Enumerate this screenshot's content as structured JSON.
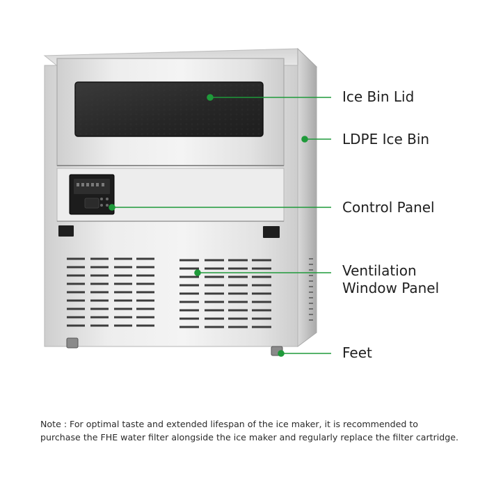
{
  "labels": {
    "ice_bin_lid": "Ice Bin Lid",
    "ldpe_ice_bin": "LDPE Ice Bin",
    "control_panel": "Control Panel",
    "ventilation_line1": "Ventilation",
    "ventilation_line2": "Window Panel",
    "feet": "Feet"
  },
  "note": {
    "line1": "Note : For optimal taste and extended lifespan of the ice maker, it is recommended to",
    "line2": "purchase the FHE water filter alongside the ice maker and regularly replace the filter cartridge."
  },
  "colors": {
    "callout_green": "#1f9a3a",
    "steel_light": "#e9e9e9",
    "steel_dark": "#b9b9b9",
    "window_dark": "#2b2b2b"
  }
}
